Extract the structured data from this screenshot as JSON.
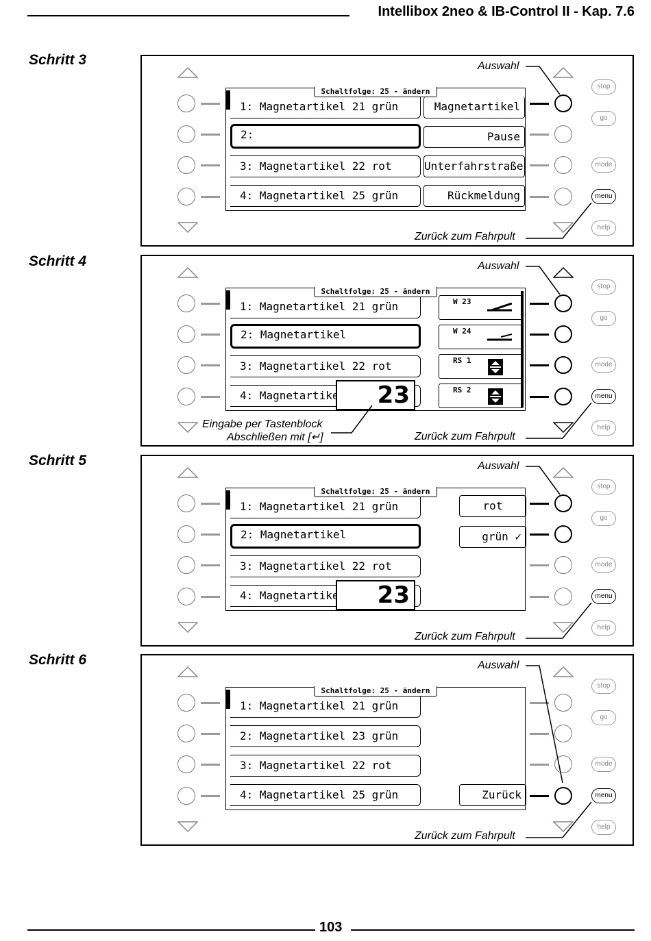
{
  "header": {
    "title": "Intellibox 2neo & IB-Control II - Kap. 7.6"
  },
  "annotations": {
    "auswahl": "Auswahl",
    "zurueck": "Zurück zum Fahrpult",
    "eingabe_line1": "Eingabe per Tastenblock",
    "eingabe_line2": "Abschließen mit [↵]"
  },
  "lcd_title": "Schaltfolge: 25 - ändern",
  "side_buttons": {
    "stop": "stop",
    "go": "go",
    "mode": "mode",
    "menu": "menu",
    "help": "help"
  },
  "steps": [
    {
      "label": "Schritt 3",
      "items": [
        "1: Magnetartikel 21 grün",
        "2:",
        "3: Magnetartikel 22 rot",
        "4: Magnetartikel 25 grün"
      ],
      "options": [
        "Magnetartikel",
        "Pause",
        "Unterfahrstraße",
        "Rückmeldung"
      ]
    },
    {
      "label": "Schritt 4",
      "items": [
        "1: Magnetartikel 21 grün",
        "2: Magnetartikel",
        "3: Magnetartikel 22 rot",
        "4: Magnetartikel"
      ],
      "entry_value": "23",
      "switches": [
        "W 23",
        "W 24",
        "RS 1",
        "RS 2"
      ]
    },
    {
      "label": "Schritt 5",
      "items": [
        "1: Magnetartikel 21 grün",
        "2: Magnetartikel",
        "3: Magnetartikel 22 rot",
        "4: Magnetartikel"
      ],
      "entry_value": "23",
      "options": [
        "rot",
        "grün ✓"
      ]
    },
    {
      "label": "Schritt 6",
      "items": [
        "1: Magnetartikel 21 grün",
        "2: Magnetartikel 23 grün",
        "3: Magnetartikel 22 rot",
        "4: Magnetartikel 25 grün"
      ],
      "options": [
        "Zurück"
      ]
    }
  ],
  "footer": {
    "page_number": "103"
  }
}
